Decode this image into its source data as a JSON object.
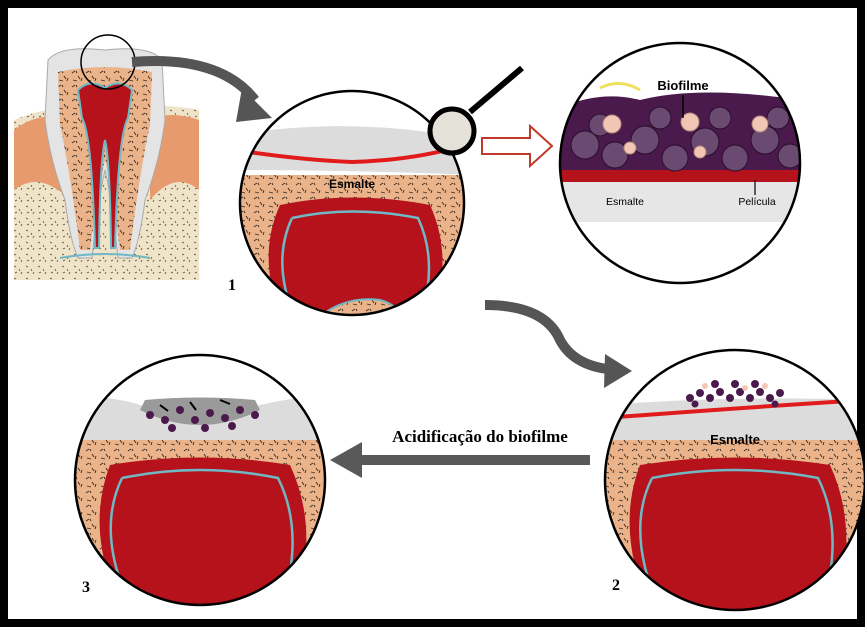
{
  "labels": {
    "biofilm_title": "Biofilme",
    "enamel_zoom": "Esmalte",
    "pellicle": "Película",
    "enamel_stage1": "Esmalte",
    "enamel_stage2": "Esmalte",
    "arrow_caption": "Acidificação do biofilme",
    "step1": "1",
    "step2": "2",
    "step3": "3"
  },
  "colors": {
    "frame": "#000000",
    "pulp": "#b5121b",
    "dentin": "#eab38a",
    "enamel": "#dcdcdc",
    "canal_line": "#6fb8c4",
    "gum_line": "#e11b1b",
    "bacteria": "#4a1a4d",
    "bacteria_light": "#f2c6b4",
    "arrow_gray": "#595959",
    "outline_arrow": "#c0392b"
  }
}
